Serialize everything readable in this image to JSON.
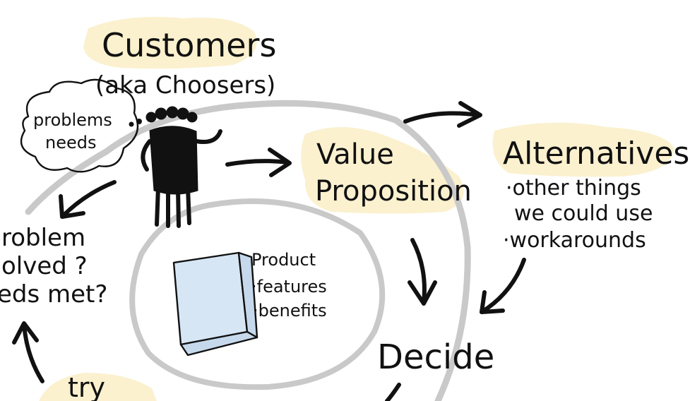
{
  "customers": {
    "line1": "Customers",
    "line2": "(aka Choosers)"
  },
  "cloud": {
    "line1": "problems",
    "line2": "needs"
  },
  "value_proposition": {
    "line1": "Value",
    "line2": "Proposition"
  },
  "alternatives": {
    "title": "Alternatives",
    "item1": "·other things",
    "item1b": "we could use",
    "item2": "·workarounds"
  },
  "product": {
    "title": "Product",
    "item1": "·features",
    "item2": "·benefits"
  },
  "decide": {
    "label": "Decide"
  },
  "problem_solved": {
    "line1": "roblem",
    "line2": "olved ?",
    "line3": "eds met?"
  },
  "try": {
    "label": "try"
  },
  "colors": {
    "highlight": "#fbf1cf",
    "ink": "#111111",
    "ring": "#c9c9c9",
    "box": "#d7e6f5"
  }
}
